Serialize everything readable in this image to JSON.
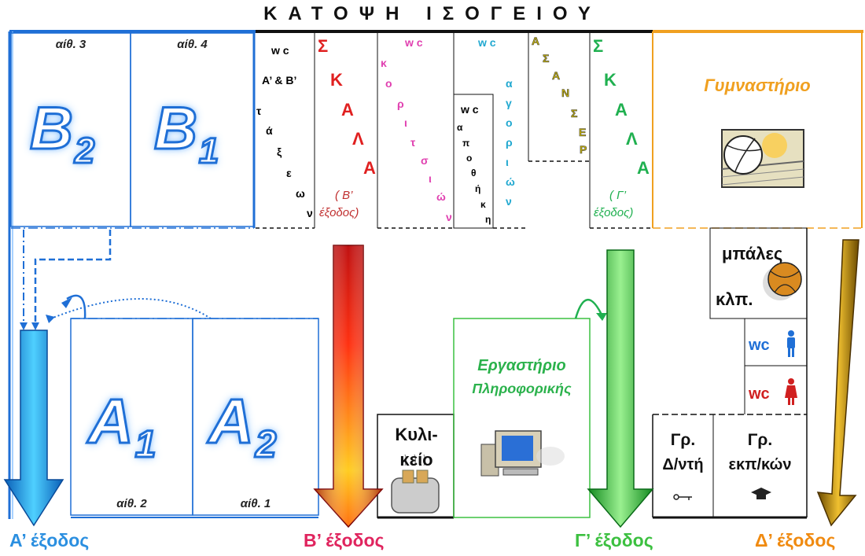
{
  "title": "ΚΑΤΟΨΗ ΙΣΟΓΕΙΟΥ",
  "rooms": {
    "b2": {
      "top_label": "αίθ. 3",
      "big": "B",
      "sub": "2"
    },
    "b1": {
      "top_label": "αίθ. 4",
      "big": "B",
      "sub": "1"
    },
    "a1": {
      "bottom_label": "αίθ. 2",
      "big": "A",
      "sub": "1"
    },
    "a2": {
      "bottom_label": "αίθ. 1",
      "big": "A",
      "sub": "2"
    }
  },
  "wc_teachers": {
    "line1": "w c",
    "line2": "Α’ & Β’",
    "letters": [
      "τ",
      "ά",
      "ξ",
      "ε",
      "ω",
      "ν"
    ]
  },
  "stairs_b": {
    "letters": [
      "Σ",
      "Κ",
      "Α",
      "Λ",
      "Α"
    ],
    "note1": "( Β’",
    "note2": "έξοδος)"
  },
  "wc_boys": {
    "head": "w c",
    "letters": [
      "κ",
      "ο",
      "ρ",
      "ι",
      "τ",
      "σ",
      "ι",
      "ώ",
      "ν"
    ]
  },
  "wc_girls": {
    "head": "w c",
    "letters": [
      "α",
      "γ",
      "ο",
      "ρ",
      "ι",
      "ώ",
      "ν"
    ]
  },
  "wc_disabled": {
    "head": "w c",
    "letters": [
      "α",
      "π",
      "ο",
      "θ",
      "ή",
      "κ",
      "η"
    ]
  },
  "lift": {
    "letters": [
      "Α",
      "Σ",
      "Α",
      "Ν",
      "Σ",
      "Ε",
      "Ρ"
    ]
  },
  "stairs_c": {
    "letters": [
      "Σ",
      "Κ",
      "Α",
      "Λ",
      "Α"
    ],
    "note1": "( Γ’",
    "note2": "έξοδος)"
  },
  "gym": {
    "label": "Γυμναστήριο"
  },
  "balls": {
    "line1": "μπάλες",
    "line2": "κλπ."
  },
  "wc_men": {
    "label": "wc"
  },
  "wc_women": {
    "label": "wc"
  },
  "lab": {
    "line1": "Εργαστήριο",
    "line2": "Πληροφορικής"
  },
  "canteen": {
    "line1": "Κυλι-",
    "line2": "κείο"
  },
  "office_director": {
    "line1": "Γρ.",
    "line2": "Δ/ντή"
  },
  "office_teachers": {
    "line1": "Γρ.",
    "line2": "εκπ/κών"
  },
  "exits": {
    "a": {
      "label": "Α’ έξοδος",
      "color": "#2b8fe0"
    },
    "b": {
      "label": "Β’ έξοδος",
      "color": "#e0245e"
    },
    "c": {
      "label": "Γ’ έξοδος",
      "color": "#3cc040"
    },
    "d": {
      "label": "Δ’ έξοδος",
      "color": "#f08a10"
    }
  },
  "colors": {
    "blue": "#1f6fd6",
    "red": "#e02020",
    "green": "#20b050",
    "orange": "#f0a020",
    "pink": "#e040b0",
    "cyan": "#20a8d0",
    "olive": "#c8b400"
  }
}
